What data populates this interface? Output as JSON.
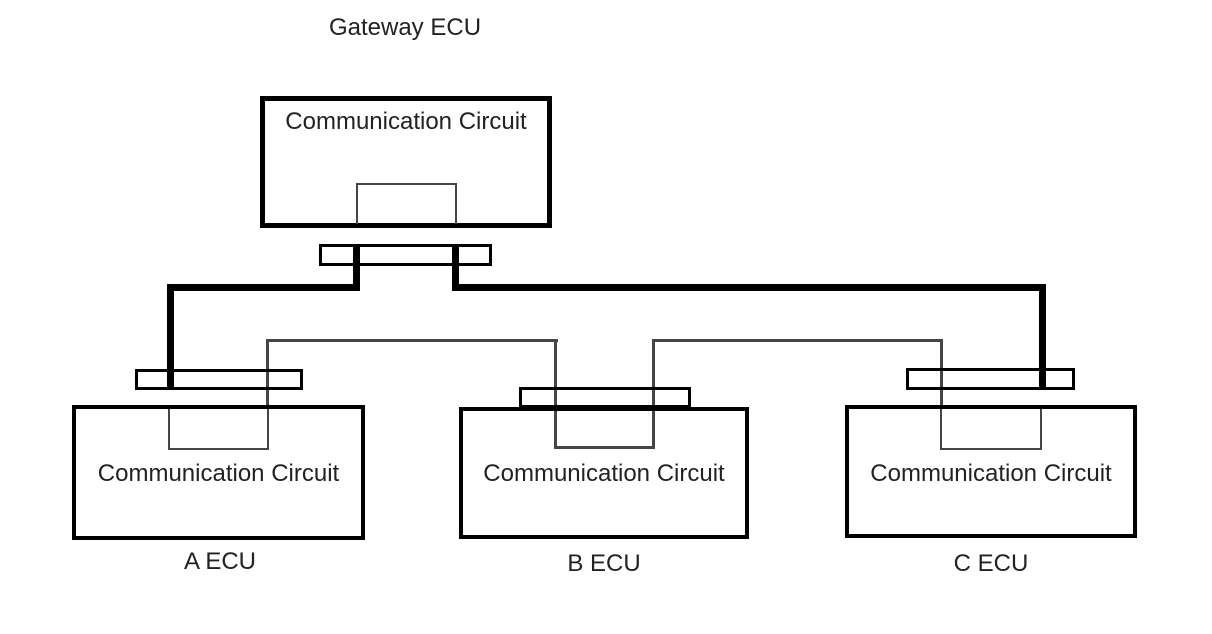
{
  "diagram": {
    "title": "Gateway ECU",
    "gateway": {
      "circuit_label": "Communication Circuit"
    },
    "ecus": [
      {
        "name": "A ECU",
        "circuit_label": "Communication Circuit"
      },
      {
        "name": "B ECU",
        "circuit_label": "Communication Circuit"
      },
      {
        "name": "C ECU",
        "circuit_label": "Communication Circuit"
      }
    ],
    "colors": {
      "background": "#ffffff",
      "bus_thick": "#000000",
      "bus_thin": "#454545",
      "box_border": "#000000",
      "text": "#222222"
    }
  }
}
